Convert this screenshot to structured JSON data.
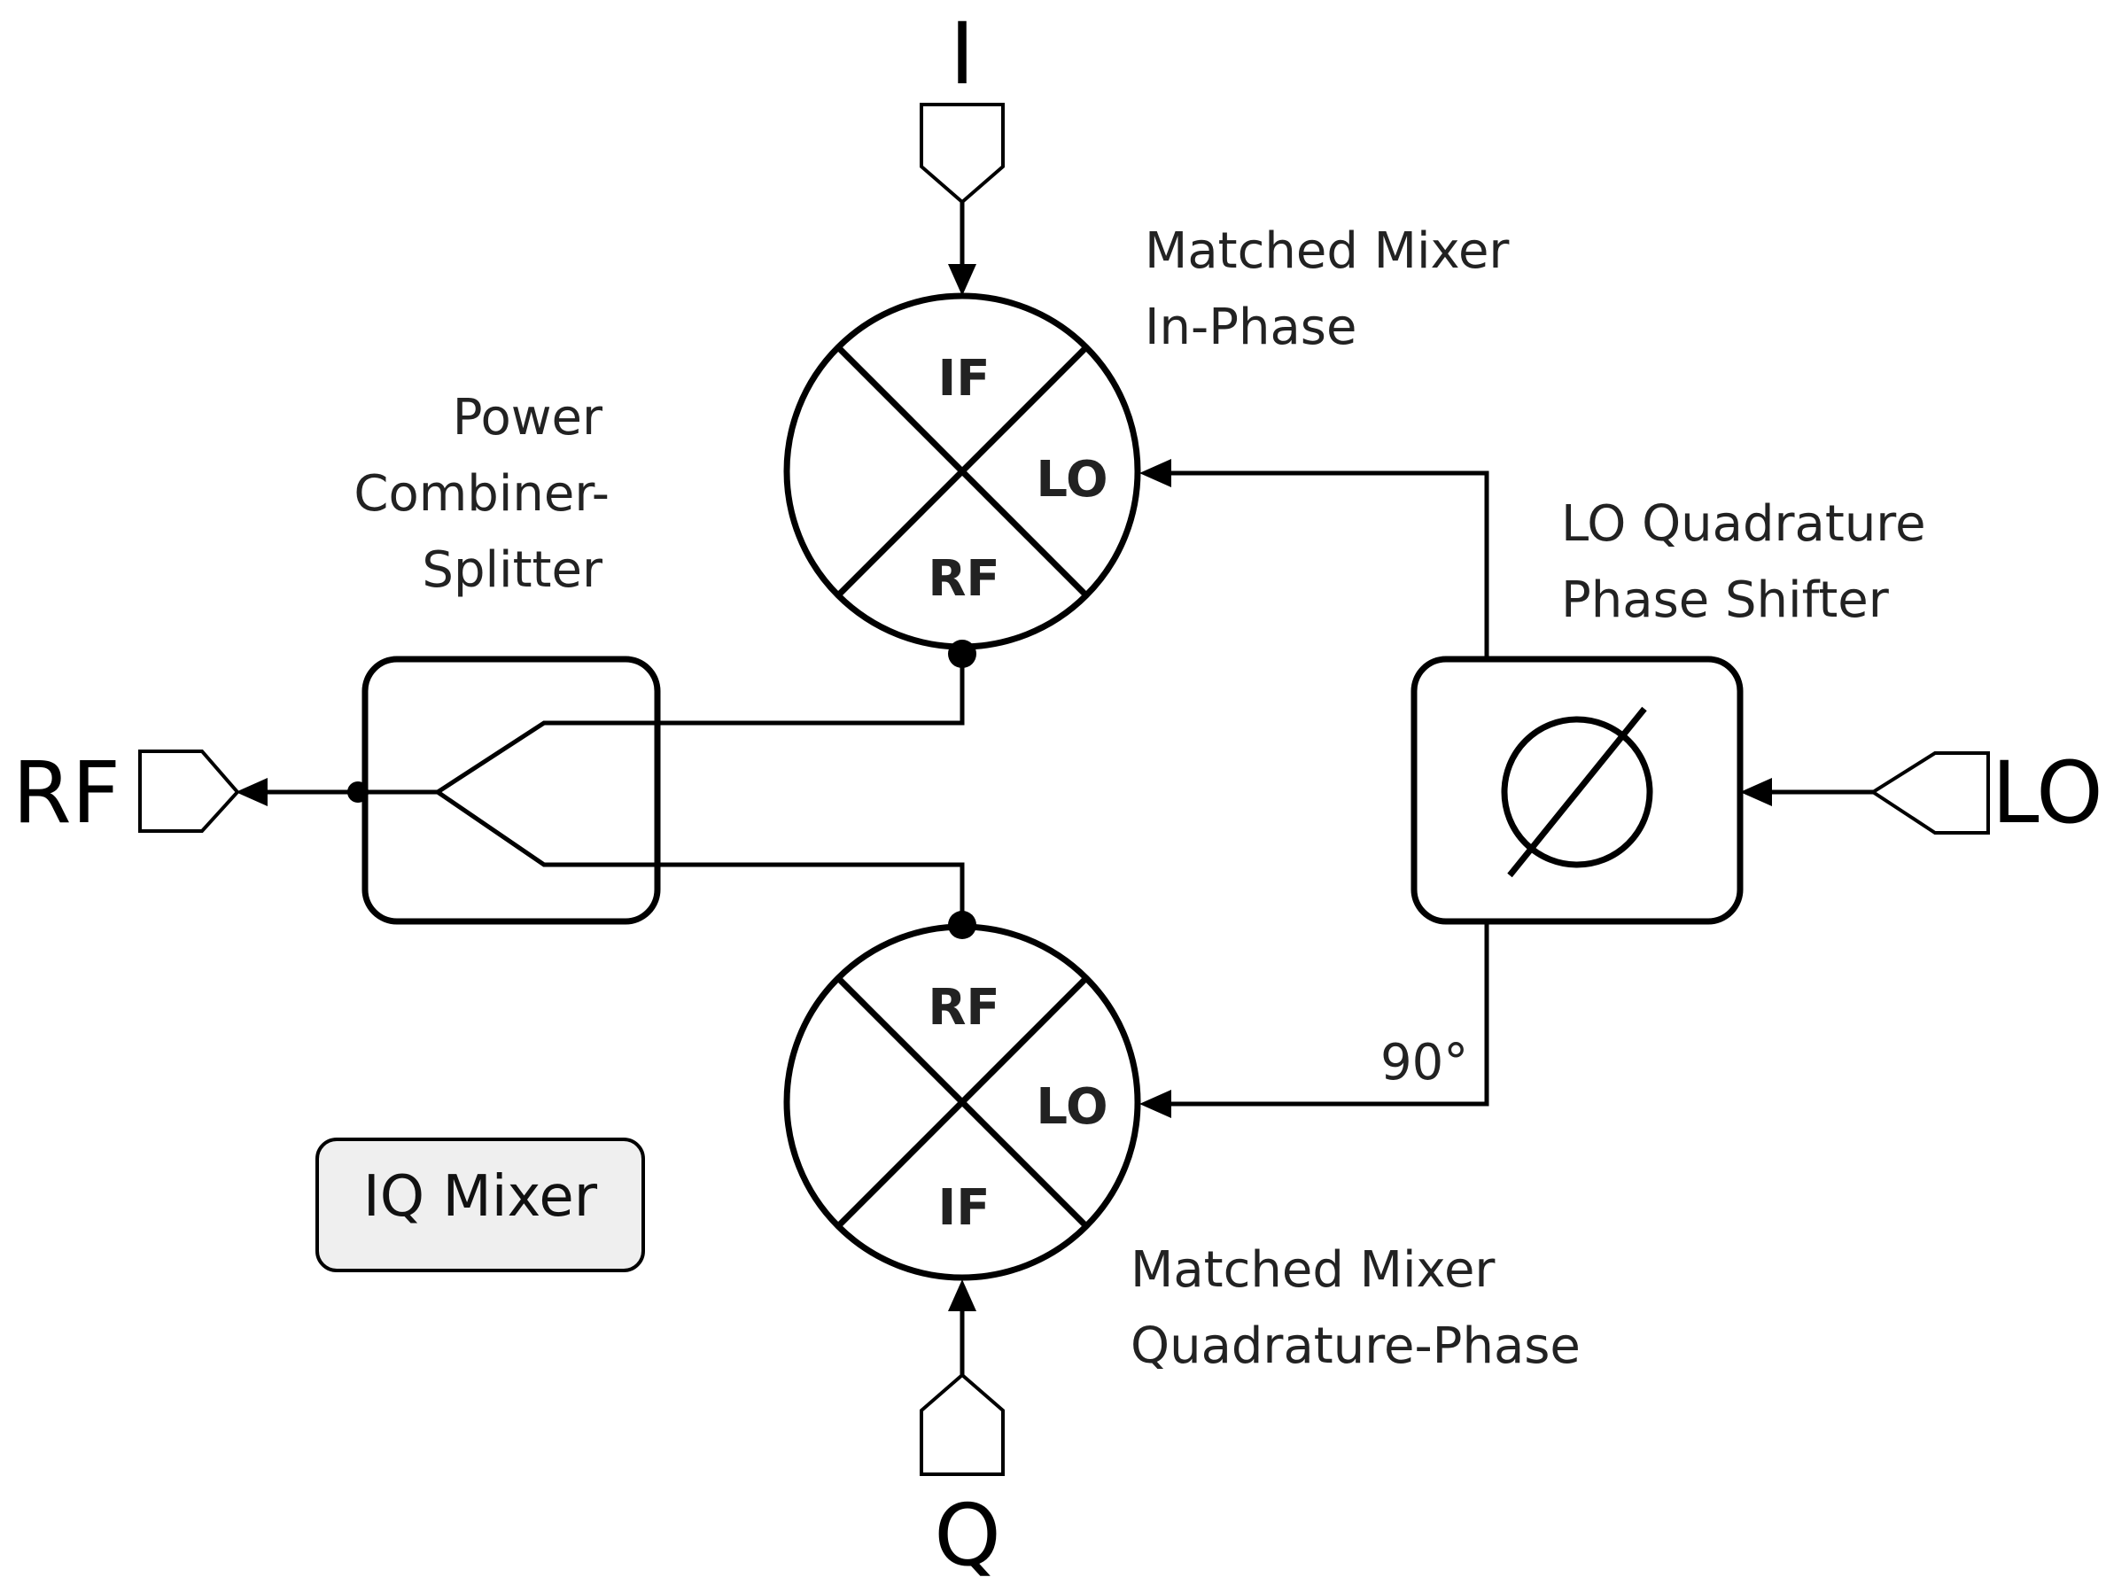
{
  "ports": {
    "i": "I",
    "q": "Q",
    "rf": "RF",
    "lo": "LO"
  },
  "mixer_top": {
    "title_line1": "Matched Mixer",
    "title_line2": "In-Phase",
    "port_top": "IF",
    "port_right": "LO",
    "port_bottom": "RF"
  },
  "mixer_bottom": {
    "title_line1": "Matched Mixer",
    "title_line2": "Quadrature-Phase",
    "port_top": "RF",
    "port_right": "LO",
    "port_bottom": "IF"
  },
  "combiner": {
    "line1": "Power",
    "line2": "Combiner-",
    "line3": "Splitter"
  },
  "phase_shifter": {
    "line1": "LO Quadrature",
    "line2": "Phase Shifter",
    "phase_label": "90°"
  },
  "legend": {
    "label": "IQ Mixer"
  }
}
